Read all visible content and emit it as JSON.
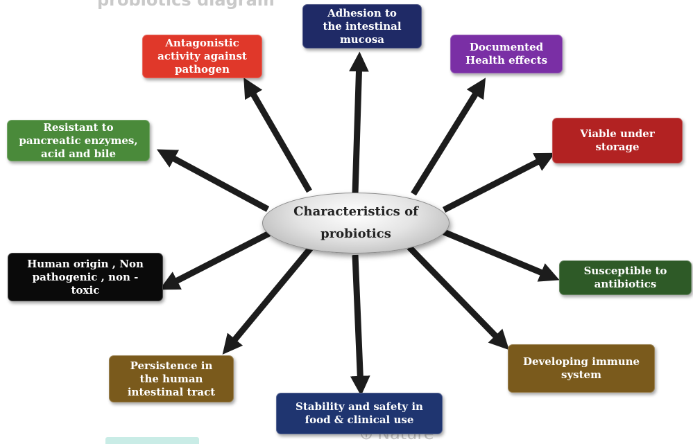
{
  "diagram": {
    "center_label": "Characteristics of\nprobiotics",
    "nodes": [
      {
        "id": "adhesion",
        "label": "Adhesion to\nthe intestinal\nmucosa",
        "color": "#1f2a66"
      },
      {
        "id": "documented",
        "label": "Documented\nHealth effects",
        "color": "#7a2fa5"
      },
      {
        "id": "viable",
        "label": "Viable under\nstorage",
        "color": "#b22222"
      },
      {
        "id": "susceptible",
        "label": "Susceptible to\nantibiotics",
        "color": "#2e5a27"
      },
      {
        "id": "immune",
        "label": "Developing immune\nsystem",
        "color": "#7a5a1c"
      },
      {
        "id": "stability",
        "label": "Stability and safety in\nfood & clinical use",
        "color": "#1f3570"
      },
      {
        "id": "persistence",
        "label": "Persistence in\nthe human\nintestinal tract",
        "color": "#7a5a1c"
      },
      {
        "id": "human",
        "label": "Human origin , Non\npathogenic , non -\ntoxic",
        "color": "#0a0a0a"
      },
      {
        "id": "resistant",
        "label": "Resistant to\npancreatic enzymes,\nacid and bile",
        "color": "#4a8a3a"
      },
      {
        "id": "antagonistic",
        "label": "Antagonistic\nactivity against\npathogen",
        "color": "#e0382a"
      }
    ]
  },
  "background_text": {
    "top": "probiotics diagram",
    "bottom": "Nature"
  },
  "colors": {
    "arrow": "#1c1c1c"
  }
}
